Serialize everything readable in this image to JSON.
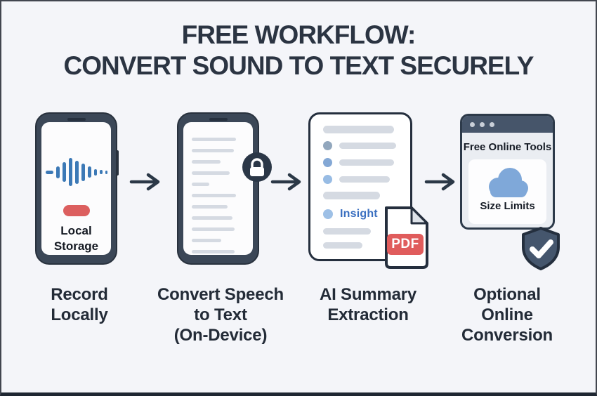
{
  "title": {
    "line1": "FREE WORKFLOW:",
    "line2": "CONVERT SOUND TO TEXT SECURELY"
  },
  "colors": {
    "background": "#f4f5f9",
    "ink": "#2b3442",
    "caption_ink": "#232b37",
    "device_frame": "#3b4757",
    "device_edge": "#28313d",
    "screen_white": "#fcfcfd",
    "waveform_blue": "#3c79b6",
    "record_red": "#dc5f5f",
    "line_gray": "#d5dae2",
    "lock_badge": "#2b3747",
    "insight_blue": "#3a6fc0",
    "insight_bullet": "#9ec0e6",
    "doc_border": "#252f3e",
    "pdf_red": "#e05c5c",
    "fold_gray": "#dde2e8",
    "browser_bar": "#46556a",
    "browser_body": "#eaedf2",
    "cloud_blue": "#7fa8d9",
    "shield_fill": "#45566d",
    "shield_edge": "#242f3e",
    "arrow_ink": "#2b3847"
  },
  "steps": {
    "record": {
      "caption": "Record\nLocally",
      "screen_label": "Local\nStorage",
      "waveform_bars": [
        {
          "w": 11,
          "h": 5
        },
        {
          "w": 5,
          "h": 17
        },
        {
          "w": 5,
          "h": 28
        },
        {
          "w": 5,
          "h": 40
        },
        {
          "w": 5,
          "h": 33
        },
        {
          "w": 5,
          "h": 25
        },
        {
          "w": 5,
          "h": 16
        },
        {
          "w": 4,
          "h": 9
        },
        {
          "w": 4,
          "h": 6
        },
        {
          "w": 3,
          "h": 5
        }
      ]
    },
    "convert": {
      "caption": "Convert Speech\nto Text\n(On-Device)",
      "screen_lines": [
        86,
        82,
        56,
        74,
        34,
        86,
        70,
        80,
        84,
        58,
        84
      ]
    },
    "summary": {
      "caption": "AI Summary\nExtraction",
      "insight_label": "Insight",
      "pdf_label": "PDF",
      "rows_above": [
        {
          "bw": 0,
          "b": "transparent",
          "w": 95,
          "lh": 11
        },
        {
          "bw": 13,
          "b": "#92a7bd",
          "w": 76,
          "lh": 9
        },
        {
          "bw": 13,
          "b": "#84a8d5",
          "w": 73,
          "lh": 9
        },
        {
          "bw": 13,
          "b": "#98bce4",
          "w": 68,
          "lh": 9
        },
        {
          "bw": 0,
          "b": "transparent",
          "w": 76,
          "lh": 11
        }
      ],
      "rows_below": [
        {
          "bw": 0,
          "b": "transparent",
          "w": 64,
          "lh": 9
        },
        {
          "bw": 0,
          "b": "transparent",
          "w": 53,
          "lh": 9
        }
      ]
    },
    "online": {
      "caption": "Optional\nOnline\nConversion",
      "window_title": "Free Online Tools",
      "panel_label": "Size Limits"
    }
  }
}
